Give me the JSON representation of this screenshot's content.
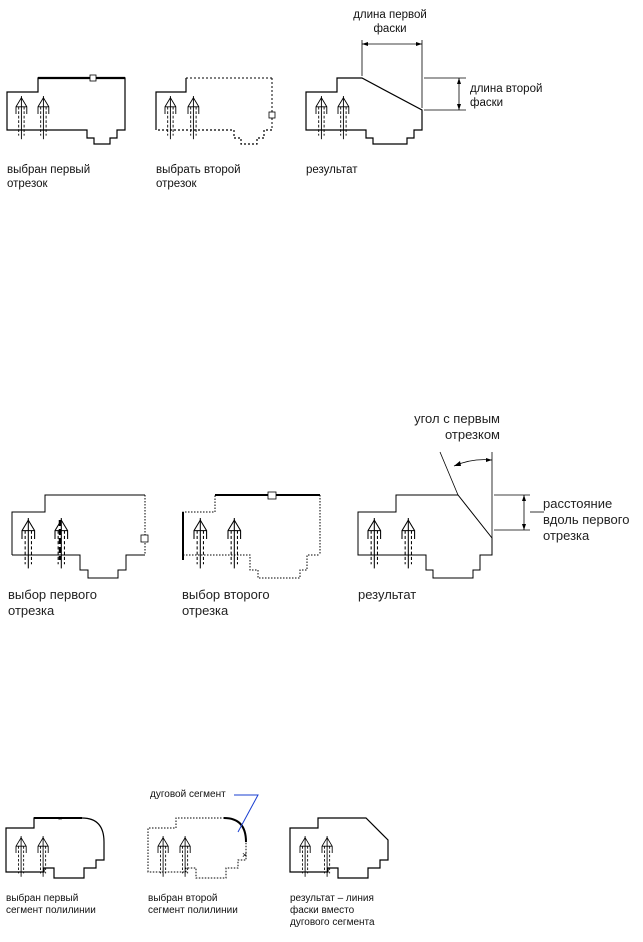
{
  "section1": {
    "captions": [
      [
        "выбран первый",
        "отрезок"
      ],
      [
        "выбрать второй",
        "отрезок"
      ],
      [
        "результат"
      ]
    ],
    "dim_first": [
      "длина первой",
      "фаски"
    ],
    "dim_second": [
      "длина второй",
      "фаски"
    ]
  },
  "section2": {
    "captions": [
      [
        "выбор первого",
        "отрезка"
      ],
      [
        "выбор второго",
        "отрезка"
      ],
      [
        "результат"
      ]
    ],
    "angle_label": [
      "угол с первым",
      "отрезком"
    ],
    "distance_label": [
      "расстояние",
      "вдоль первого",
      "отрезка"
    ]
  },
  "section3": {
    "captions": [
      [
        "выбран первый",
        "сегмент полилинии"
      ],
      [
        "выбран второй",
        "сегмент полилинии"
      ],
      [
        "результат – линия",
        "фаски вместо",
        "дугового сегмента"
      ]
    ],
    "arc_label": "дуговой сегмент",
    "colors": {
      "leader": "#1a3fd1"
    }
  }
}
